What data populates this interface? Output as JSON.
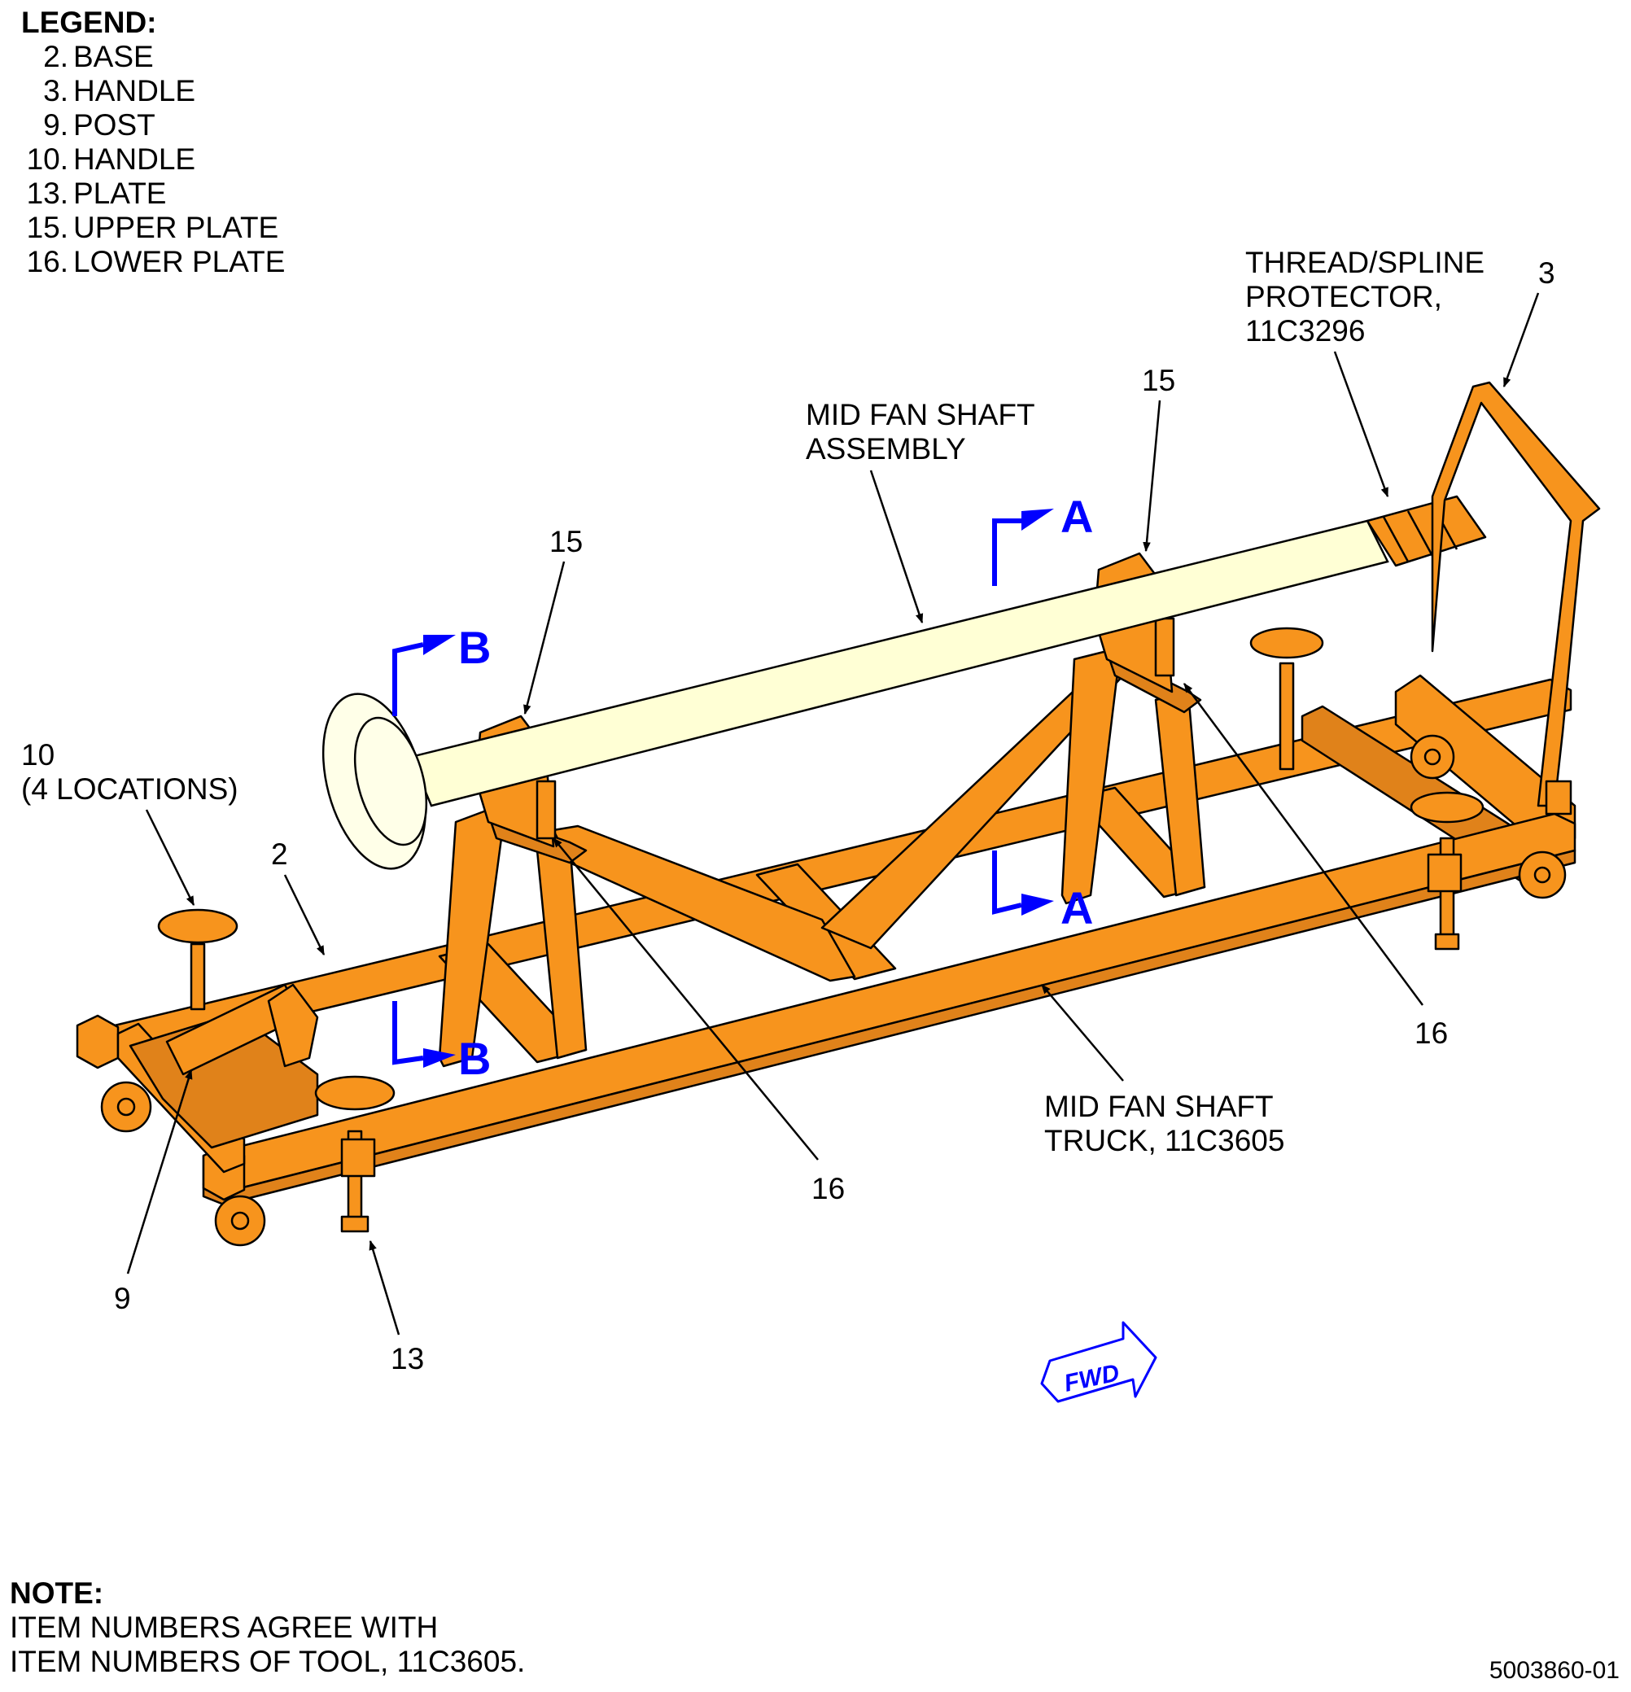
{
  "legend": {
    "title": "LEGEND:",
    "items": [
      {
        "num": "2.",
        "label": "BASE"
      },
      {
        "num": "3.",
        "label": "HANDLE"
      },
      {
        "num": "9.",
        "label": "POST"
      },
      {
        "num": "10.",
        "label": "HANDLE"
      },
      {
        "num": "13.",
        "label": "PLATE"
      },
      {
        "num": "15.",
        "label": "UPPER PLATE"
      },
      {
        "num": "16.",
        "label": "LOWER PLATE"
      }
    ]
  },
  "callouts": {
    "thread_protector": [
      "THREAD/SPLINE",
      "PROTECTOR,",
      "11C3296"
    ],
    "item_3": "3",
    "item_15_right": "15",
    "item_15_left": "15",
    "mid_fan_shaft_assembly": [
      "MID FAN SHAFT",
      "ASSEMBLY"
    ],
    "item_10": [
      "10",
      "(4 LOCATIONS)"
    ],
    "item_2": "2",
    "item_16_right": "16",
    "item_16_left": "16",
    "mid_fan_shaft_truck": [
      "MID FAN SHAFT",
      "TRUCK, 11C3605"
    ],
    "item_9": "9",
    "item_13": "13"
  },
  "section_marks": {
    "a_top": "A",
    "a_bottom": "A",
    "b_top": "B",
    "b_bottom": "B"
  },
  "fwd_label": "FWD",
  "note": {
    "title": "NOTE:",
    "lines": [
      "ITEM NUMBERS AGREE WITH",
      "ITEM NUMBERS OF TOOL, 11C3605."
    ]
  },
  "figure_id": "5003860-01",
  "colors": {
    "frame": "#F7941D",
    "shaft": "#FFFFD5",
    "section_marks": "#0000FF",
    "fwd_arrow": "#0000FF"
  }
}
